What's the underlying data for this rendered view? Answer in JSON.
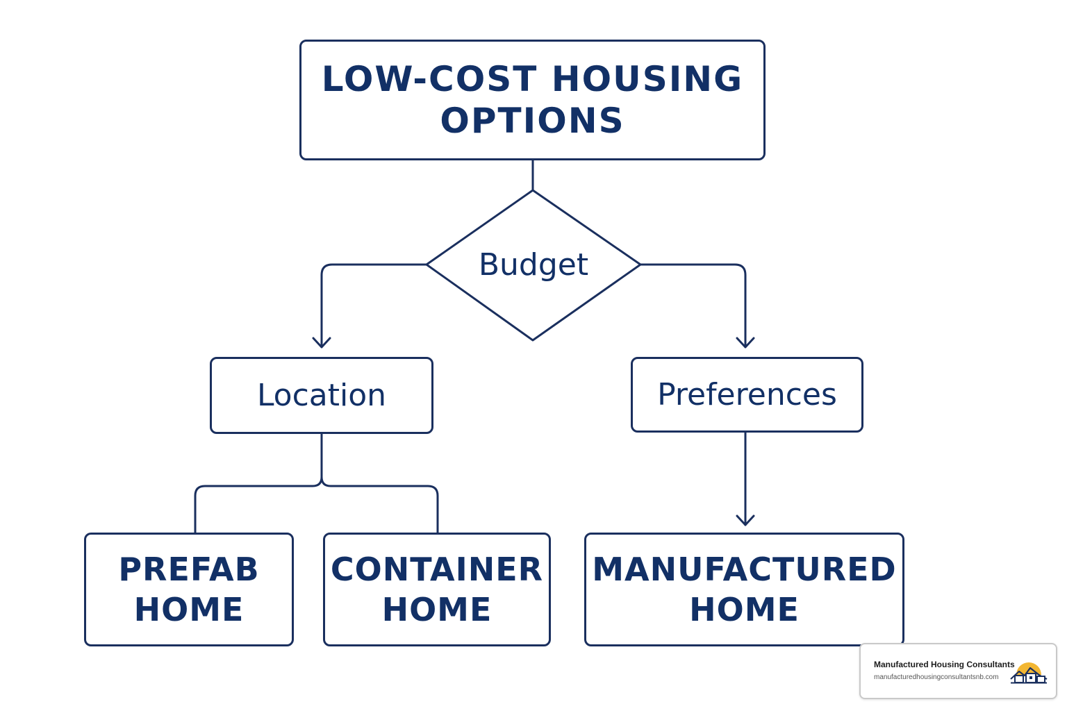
{
  "diagram": {
    "root": {
      "line1": "LOW-COST HOUSING",
      "line2": "OPTIONS"
    },
    "decision": {
      "label": "Budget"
    },
    "branches": {
      "left": {
        "label": "Location"
      },
      "right": {
        "label": "Preferences"
      }
    },
    "outcomes": {
      "prefab": {
        "line1": "PREFAB",
        "line2": "HOME"
      },
      "container": {
        "line1": "CONTAINER",
        "line2": "HOME"
      },
      "manufactured": {
        "line1": "MANUFACTURED",
        "line2": "HOME"
      }
    }
  },
  "badge": {
    "name": "Manufactured Housing Consultants",
    "url": "manufacturedhousingconsultantsnb.com",
    "logo_icon": "house-sun-logo"
  },
  "colors": {
    "stroke": "#1a2f5e",
    "text": "#123066",
    "sun": "#f2b632",
    "background": "#ffffff"
  }
}
